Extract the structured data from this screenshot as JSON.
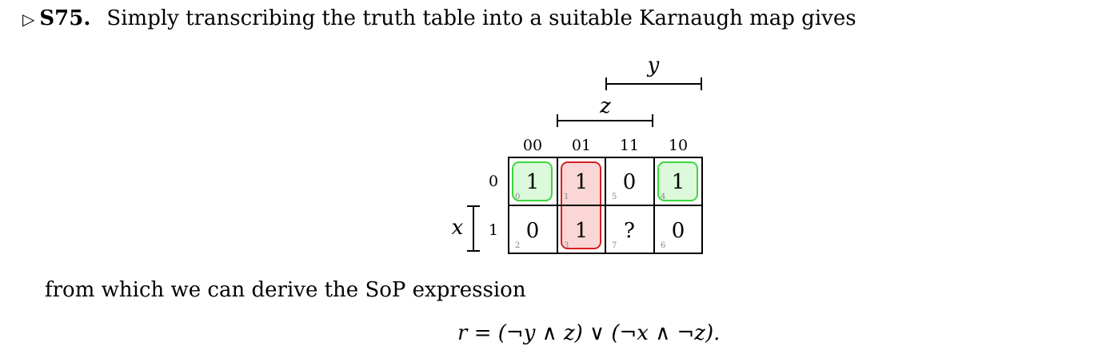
{
  "heading": {
    "marker": "▷",
    "number": "S75.",
    "text": "Simply transcribing the truth table into a suitable Karnaugh map gives"
  },
  "kmap": {
    "var_y": "y",
    "var_z": "z",
    "var_x": "x",
    "column_labels": [
      "00",
      "01",
      "11",
      "10"
    ],
    "row_labels": [
      "0",
      "1"
    ],
    "cells": [
      [
        {
          "value": "1",
          "index": "0"
        },
        {
          "value": "1",
          "index": "1"
        },
        {
          "value": "0",
          "index": "5"
        },
        {
          "value": "1",
          "index": "4"
        }
      ],
      [
        {
          "value": "0",
          "index": "2"
        },
        {
          "value": "1",
          "index": "3"
        },
        {
          "value": "?",
          "index": "7"
        },
        {
          "value": "0",
          "index": "6"
        }
      ]
    ],
    "colors": {
      "green_fill": "#dcf9dc",
      "green_stroke": "#3dd63d",
      "red_fill": "#fbd6d6",
      "red_stroke": "#d81f1f"
    }
  },
  "paragraph": "from which we can derive the SoP expression",
  "formula": {
    "lhs": "r",
    "eq": "=",
    "rhs": "(¬y ∧ z) ∨ (¬x ∧ ¬z)."
  }
}
